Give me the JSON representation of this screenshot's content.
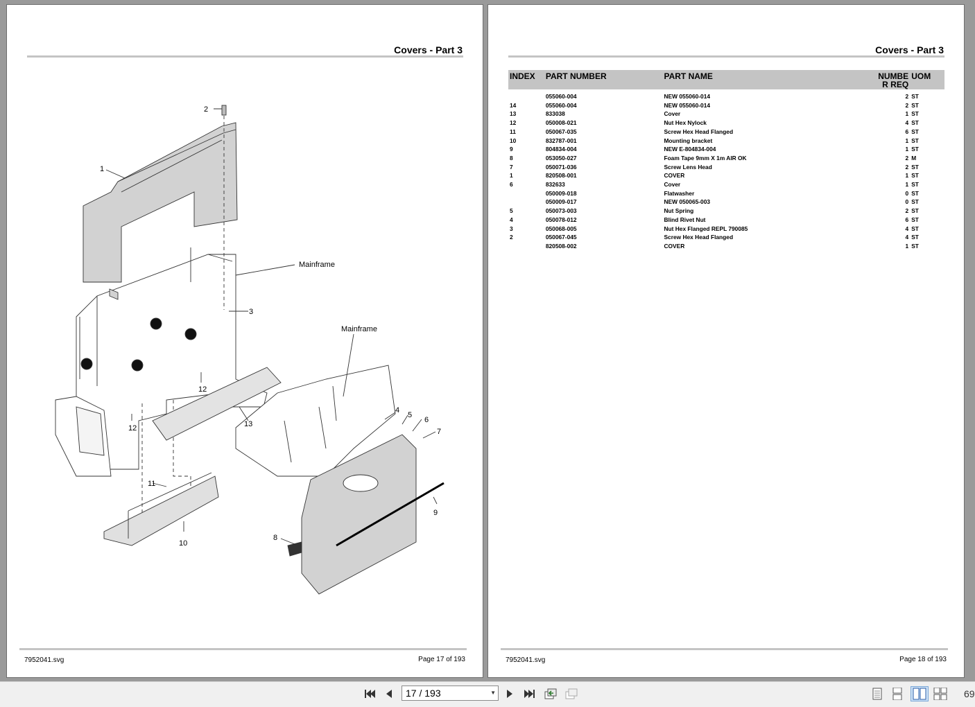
{
  "pages": {
    "left": {
      "title": "Covers - Part 3",
      "footer_file": "7952041.svg",
      "footer_page": "Page 17 of  193",
      "diagram": {
        "callouts": [
          "1",
          "2",
          "3",
          "4",
          "5",
          "6",
          "7",
          "8",
          "9",
          "10",
          "11",
          "12",
          "12",
          "13"
        ],
        "label_mainframe_1": "Mainframe",
        "label_mainframe_2": "Mainframe"
      }
    },
    "right": {
      "title": "Covers - Part 3",
      "footer_file": "7952041.svg",
      "footer_page": "Page 18 of  193",
      "table": {
        "headers": {
          "index": "INDEX",
          "part_number": "PART NUMBER",
          "part_name": "PART NAME",
          "qty": "NUMBE R REQ",
          "uom": "UOM"
        },
        "rows": [
          {
            "index": "",
            "part_number": "055060-004",
            "part_name": "NEW 055060-014",
            "qty": "2",
            "uom": "ST"
          },
          {
            "index": "14",
            "part_number": "055060-004",
            "part_name": "NEW 055060-014",
            "qty": "2",
            "uom": "ST"
          },
          {
            "index": "13",
            "part_number": "833038",
            "part_name": "Cover",
            "qty": "1",
            "uom": "ST"
          },
          {
            "index": "12",
            "part_number": "050008-021",
            "part_name": "Nut Hex Nylock",
            "qty": "4",
            "uom": "ST"
          },
          {
            "index": "11",
            "part_number": "050067-035",
            "part_name": "Screw Hex Head Flanged",
            "qty": "6",
            "uom": "ST"
          },
          {
            "index": "10",
            "part_number": "832787-001",
            "part_name": "Mounting bracket",
            "qty": "1",
            "uom": "ST"
          },
          {
            "index": "9",
            "part_number": "804834-004",
            "part_name": "NEW E-804834-004",
            "qty": "1",
            "uom": "ST"
          },
          {
            "index": "8",
            "part_number": "053050-027",
            "part_name": "Foam Tape  9mm X 1m AIR OK",
            "qty": "2",
            "uom": "M"
          },
          {
            "index": "7",
            "part_number": "050071-036",
            "part_name": "Screw Lens Head",
            "qty": "2",
            "uom": "ST"
          },
          {
            "index": "1",
            "part_number": "820508-001",
            "part_name": "COVER",
            "qty": "1",
            "uom": "ST"
          },
          {
            "index": "6",
            "part_number": "832633",
            "part_name": "Cover",
            "qty": "1",
            "uom": "ST"
          },
          {
            "index": "",
            "part_number": "050009-018",
            "part_name": "Flatwasher",
            "qty": "0",
            "uom": "ST"
          },
          {
            "index": "",
            "part_number": "050009-017",
            "part_name": "NEW 050065-003",
            "qty": "0",
            "uom": "ST"
          },
          {
            "index": "5",
            "part_number": "050073-003",
            "part_name": "Nut Spring",
            "qty": "2",
            "uom": "ST"
          },
          {
            "index": "4",
            "part_number": "050078-012",
            "part_name": "Blind Rivet Nut",
            "qty": "6",
            "uom": "ST"
          },
          {
            "index": "3",
            "part_number": "050068-005",
            "part_name": "Nut Hex Flanged REPL 790085",
            "qty": "4",
            "uom": "ST"
          },
          {
            "index": "2",
            "part_number": "050067-045",
            "part_name": "Screw Hex Head Flanged",
            "qty": "4",
            "uom": "ST"
          },
          {
            "index": "",
            "part_number": "820508-002",
            "part_name": "COVER",
            "qty": "1",
            "uom": "ST"
          }
        ]
      }
    }
  },
  "toolbar": {
    "page_field": "17 / 193",
    "zoom_text": "69",
    "icons": [
      "first-page-icon",
      "prev-page-icon",
      "next-page-icon",
      "last-page-icon",
      "go-back-view-icon",
      "go-forward-view-icon",
      "single-page-view-icon",
      "continuous-view-icon",
      "two-page-view-icon",
      "two-page-continuous-view-icon"
    ]
  }
}
